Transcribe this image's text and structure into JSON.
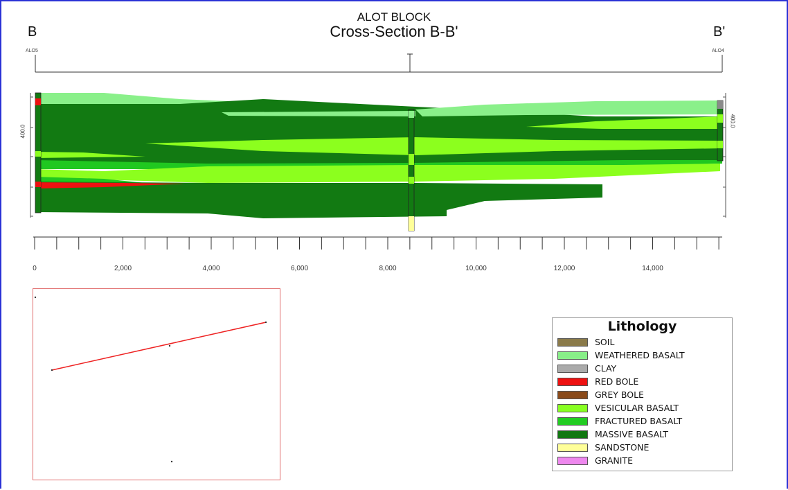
{
  "header": {
    "subtitle": "ALOT BLOCK",
    "title": "Cross-Section B-B'",
    "left_label": "B",
    "right_label": "B'",
    "well_left": "ALO5",
    "well_right": "ALO4",
    "y_tick_label": "400.0"
  },
  "x_axis": {
    "ticks": [
      "0",
      "2,000",
      "4,000",
      "6,000",
      "8,000",
      "10,000",
      "12,000",
      "14,000"
    ]
  },
  "legend": {
    "title": "Lithology",
    "items": [
      {
        "name": "SOIL",
        "color": "#8a7a4a"
      },
      {
        "name": "WEATHERED BASALT",
        "color": "#88ee88"
      },
      {
        "name": "CLAY",
        "color": "#aaaaaa"
      },
      {
        "name": "RED BOLE",
        "color": "#ee1111"
      },
      {
        "name": "GREY BOLE",
        "color": "#8a4a1a"
      },
      {
        "name": "VESICULAR BASALT",
        "color": "#88ff22"
      },
      {
        "name": "FRACTURED BASALT",
        "color": "#22cc22"
      },
      {
        "name": "MASSIVE BASALT",
        "color": "#117711"
      },
      {
        "name": "SANDSTONE",
        "color": "#ffff99"
      },
      {
        "name": "GRANITE",
        "color": "#ee88ee"
      }
    ]
  },
  "colors": {
    "massive": "#127a12",
    "vesicular": "#8cff1e",
    "weathered": "#8af08a",
    "fractured": "#20c820",
    "red_bole": "#ee1111",
    "frame": "#2b33d6"
  }
}
